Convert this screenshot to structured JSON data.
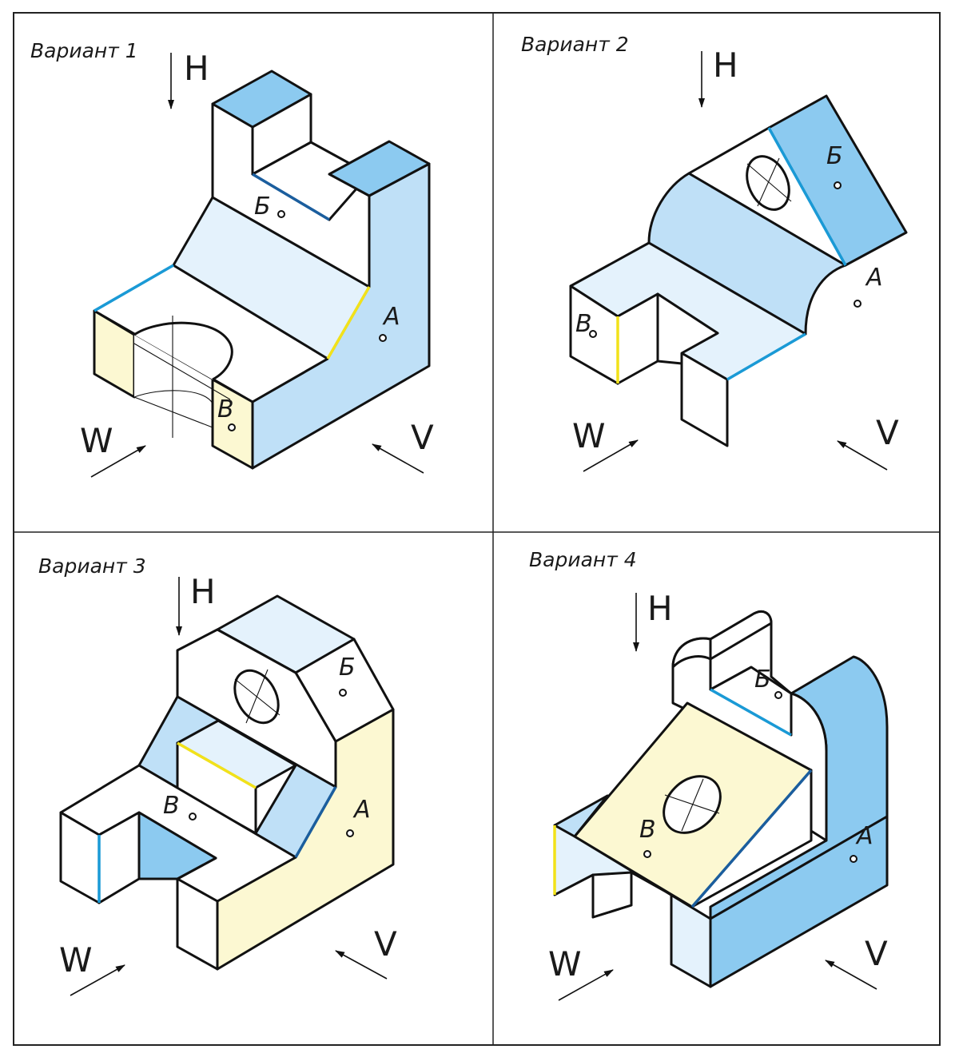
{
  "colors": {
    "light_blue": "#e4f2fc",
    "mid_blue": "#bfe0f7",
    "dark_blue": "#8ccaf0",
    "yellow_face": "#fcf8d2",
    "cyan_edge": "#1a9ad6",
    "navy_edge": "#1b5e9e",
    "yellow_edge": "#f2e21a"
  },
  "panels": [
    {
      "title": "Вариант 1",
      "projections": {
        "h": "H",
        "w": "W",
        "v": "V"
      },
      "points": {
        "a": "А",
        "b": "Б",
        "c": "В"
      }
    },
    {
      "title": "Вариант 2",
      "projections": {
        "h": "H",
        "w": "W",
        "v": "V"
      },
      "points": {
        "a": "А",
        "b": "Б",
        "c": "В"
      }
    },
    {
      "title": "Вариант 3",
      "projections": {
        "h": "H",
        "w": "W",
        "v": "V"
      },
      "points": {
        "a": "А",
        "b": "Б",
        "c": "В"
      }
    },
    {
      "title": "Вариант 4",
      "projections": {
        "h": "H",
        "w": "W",
        "v": "V"
      },
      "points": {
        "a": "А",
        "b": "Б",
        "c": "В"
      }
    }
  ]
}
